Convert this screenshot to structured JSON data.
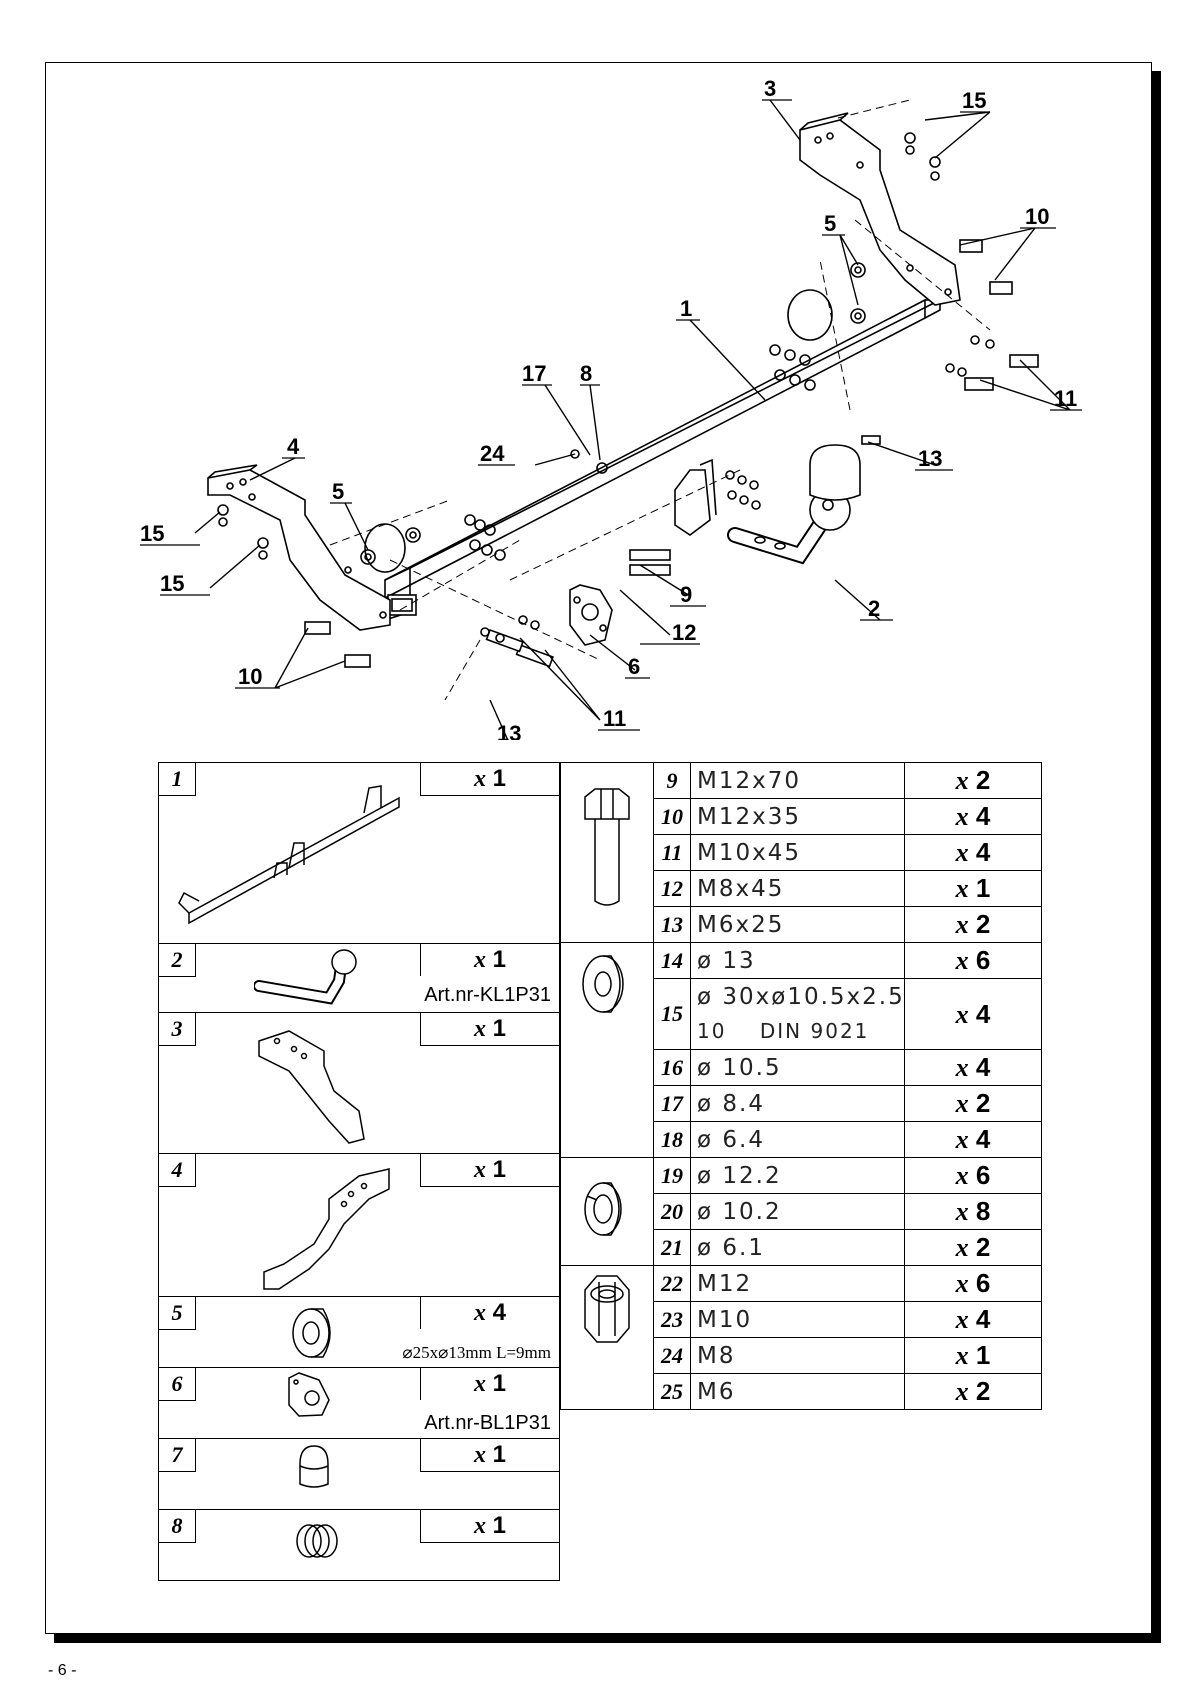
{
  "callouts": [
    "1",
    "2",
    "3",
    "4",
    "5",
    "5",
    "8",
    "9",
    "10",
    "10",
    "11",
    "11",
    "12",
    "13",
    "13",
    "15",
    "15",
    "15",
    "17",
    "24",
    "6"
  ],
  "left_parts": [
    {
      "num": "1",
      "qty_prefix": "x",
      "qty": "1",
      "art": ""
    },
    {
      "num": "2",
      "qty_prefix": "x",
      "qty": "1",
      "art": "Art.nr-KL1P31"
    },
    {
      "num": "3",
      "qty_prefix": "x",
      "qty": "1",
      "art": ""
    },
    {
      "num": "4",
      "qty_prefix": "x",
      "qty": "1",
      "art": ""
    },
    {
      "num": "5",
      "qty_prefix": "x",
      "qty": "4",
      "art": "⌀25x⌀13mm L=9mm"
    },
    {
      "num": "6",
      "qty_prefix": "x",
      "qty": "1",
      "art": "Art.nr-BL1P31"
    },
    {
      "num": "7",
      "qty_prefix": "x",
      "qty": "1",
      "art": ""
    },
    {
      "num": "8",
      "qty_prefix": "x",
      "qty": "1",
      "art": ""
    }
  ],
  "right_parts": [
    {
      "num": "9",
      "desc": "M12x70",
      "qty": "2"
    },
    {
      "num": "10",
      "desc": "M12x35",
      "qty": "4"
    },
    {
      "num": "11",
      "desc": "M10x45",
      "qty": "4"
    },
    {
      "num": "12",
      "desc": "M8x45",
      "qty": "1"
    },
    {
      "num": "13",
      "desc": "M6x25",
      "qty": "2"
    },
    {
      "num": "14",
      "desc": "ø 13",
      "qty": "6"
    },
    {
      "num": "15",
      "desc": "ø 30xø10.5x2.5",
      "desc2": "10    DIN 9021",
      "qty": "4"
    },
    {
      "num": "16",
      "desc": "ø 10.5",
      "qty": "4"
    },
    {
      "num": "17",
      "desc": "ø 8.4",
      "qty": "2"
    },
    {
      "num": "18",
      "desc": "ø 6.4",
      "qty": "4"
    },
    {
      "num": "19",
      "desc": "ø 12.2",
      "qty": "6"
    },
    {
      "num": "20",
      "desc": "ø 10.2",
      "qty": "8"
    },
    {
      "num": "21",
      "desc": "ø 6.1",
      "qty": "2"
    },
    {
      "num": "22",
      "desc": "M12",
      "qty": "6"
    },
    {
      "num": "23",
      "desc": "M10",
      "qty": "4"
    },
    {
      "num": "24",
      "desc": "M8",
      "qty": "1"
    },
    {
      "num": "25",
      "desc": "M6",
      "qty": "2"
    }
  ],
  "qty_prefix": "x",
  "page_number": "- 6 -"
}
